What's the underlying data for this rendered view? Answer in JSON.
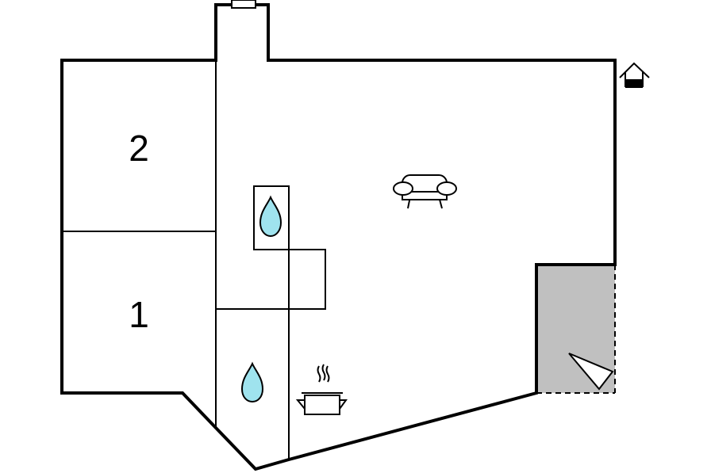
{
  "floorplan": {
    "rooms": [
      {
        "id": "bedroom-2",
        "label": "2"
      },
      {
        "id": "bedroom-1",
        "label": "1"
      }
    ],
    "icons": [
      {
        "id": "entrance",
        "icon": "house-entrance-icon"
      },
      {
        "id": "chimney",
        "icon": "chimney-vent-icon"
      },
      {
        "id": "living",
        "icon": "sofa-icon"
      },
      {
        "id": "bathroom-upper",
        "icon": "water-drop-icon"
      },
      {
        "id": "bathroom-lower",
        "icon": "water-drop-icon"
      },
      {
        "id": "kitchen",
        "icon": "cooking-pot-icon"
      },
      {
        "id": "terrace",
        "icon": "sun-terrace-icon"
      }
    ],
    "colors": {
      "wall": "#000000",
      "terrace_fill": "#c0c0c0",
      "water": "#9fe3ee",
      "background": "#ffffff"
    }
  }
}
